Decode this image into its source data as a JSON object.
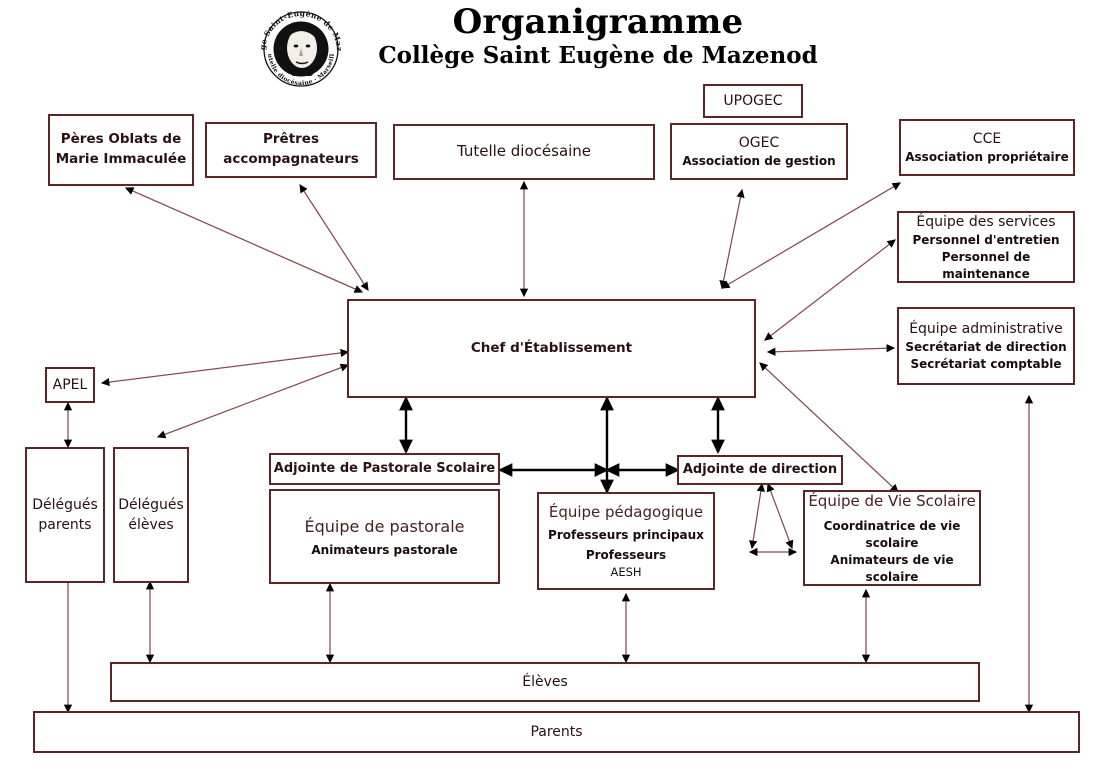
{
  "header": {
    "title": "Organigramme",
    "subtitle": "Collège Saint Eugène de Mazenod",
    "logo_text_outer": "Collège Saint-Eugène de Mazenod",
    "logo_text_inner": "Tutelle diocésaine · Marseille"
  },
  "nodes": {
    "peres_oblats": {
      "line1": "Pères Oblats de",
      "line2": "Marie Immaculée"
    },
    "pretres": {
      "line1": "Prêtres",
      "line2": "accompagnateurs"
    },
    "tutelle": {
      "line1": "Tutelle diocésaine"
    },
    "upogec": {
      "line1": "UPOGEC"
    },
    "ogec": {
      "line1": "OGEC",
      "line2": "Association de gestion"
    },
    "cce": {
      "line1": "CCE",
      "line2": "Association propriétaire"
    },
    "equipe_services": {
      "line1": "Équipe des services",
      "line2": "Personnel d'entretien",
      "line3": "Personnel de maintenance"
    },
    "equipe_admin": {
      "line1": "Équipe administrative",
      "line2": "Secrétariat de direction",
      "line3": "Secrétariat comptable"
    },
    "chef": {
      "line1": "Chef d'Établissement"
    },
    "apel": {
      "line1": "APEL"
    },
    "delegues_parents": {
      "line1": "Délégués",
      "line2": "parents"
    },
    "delegues_eleves": {
      "line1": "Délégués",
      "line2": "élèves"
    },
    "adjointe_pastorale": {
      "line1": "Adjointe de Pastorale Scolaire"
    },
    "adjointe_direction": {
      "line1": "Adjointe de direction"
    },
    "equipe_pastorale": {
      "line1": "Équipe de pastorale",
      "line2": "Animateurs pastorale"
    },
    "equipe_pedago": {
      "line1": "Équipe pédagogique",
      "line2": "Professeurs principaux",
      "line3": "Professeurs",
      "line4": "AESH"
    },
    "equipe_vie": {
      "line1": "Équipe de Vie Scolaire",
      "line2": "Coordinatrice de vie scolaire",
      "line3": "Animateurs de vie scolaire"
    },
    "eleves": {
      "line1": "Élèves"
    },
    "parents": {
      "line1": "Parents"
    }
  },
  "colors": {
    "box_border": "#5c2626",
    "link_thin": "#8a4a4a",
    "link_bold": "#000000",
    "text": "#2b1111",
    "background": "#ffffff"
  }
}
